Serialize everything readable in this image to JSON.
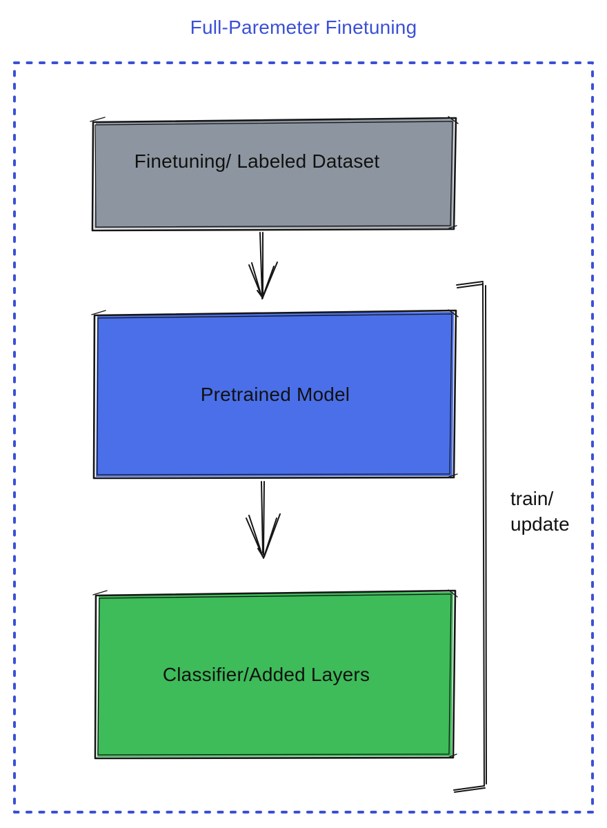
{
  "title": "Full-Paremeter Finetuning",
  "colors": {
    "accent": "#3B50D6",
    "ink": "#161616",
    "dataset_fill": "#8D96A0",
    "pretrained_fill": "#4A6FE8",
    "classifier_fill": "#3DBC59"
  },
  "boxes": {
    "dataset": {
      "label": "Finetuning/ Labeled Dataset",
      "fill": "#8D96A0"
    },
    "pretrained": {
      "label": "Pretrained Model",
      "fill": "#4A6FE8"
    },
    "classifier": {
      "label": "Classifier/Added Layers",
      "fill": "#3DBC59"
    }
  },
  "bracket": {
    "line1": "train/",
    "line2": "update"
  }
}
